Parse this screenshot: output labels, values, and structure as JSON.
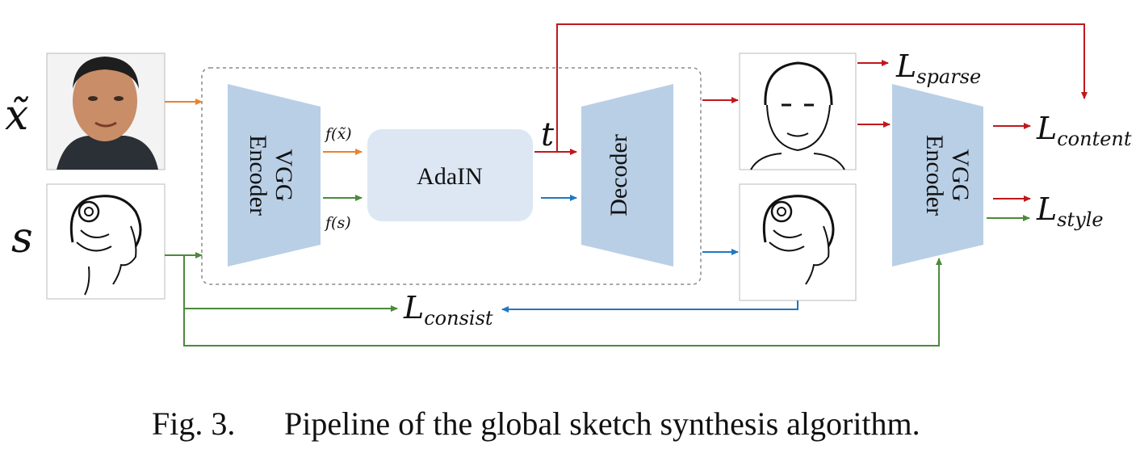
{
  "inputs": {
    "content_symbol": "x̃",
    "style_symbol": "s"
  },
  "modules": {
    "encoder_label_line1": "VGG",
    "encoder_label_line2": "Encoder",
    "adain_label": "AdaIN",
    "decoder_label": "Decoder",
    "encoder2_label_line1": "VGG",
    "encoder2_label_line2": "Encoder"
  },
  "features": {
    "content_feature": "f(x̃)",
    "style_feature": "f(s)",
    "target": "t"
  },
  "losses": {
    "sparse": {
      "base": "L",
      "sub": "sparse"
    },
    "content": {
      "base": "L",
      "sub": "content"
    },
    "style": {
      "base": "L",
      "sub": "style"
    },
    "consist": {
      "base": "L",
      "sub": "consist"
    }
  },
  "caption": {
    "label": "Fig. 3.",
    "text": "Pipeline of the global sketch synthesis algorithm."
  },
  "colors": {
    "orange": "#e9822f",
    "green": "#4a8a3a",
    "red": "#c0181c",
    "blue": "#1f78c1",
    "module_fill": "#dce7f3",
    "encoder_fill": "#b9cfe6",
    "dashed": "#8a8a8a"
  }
}
